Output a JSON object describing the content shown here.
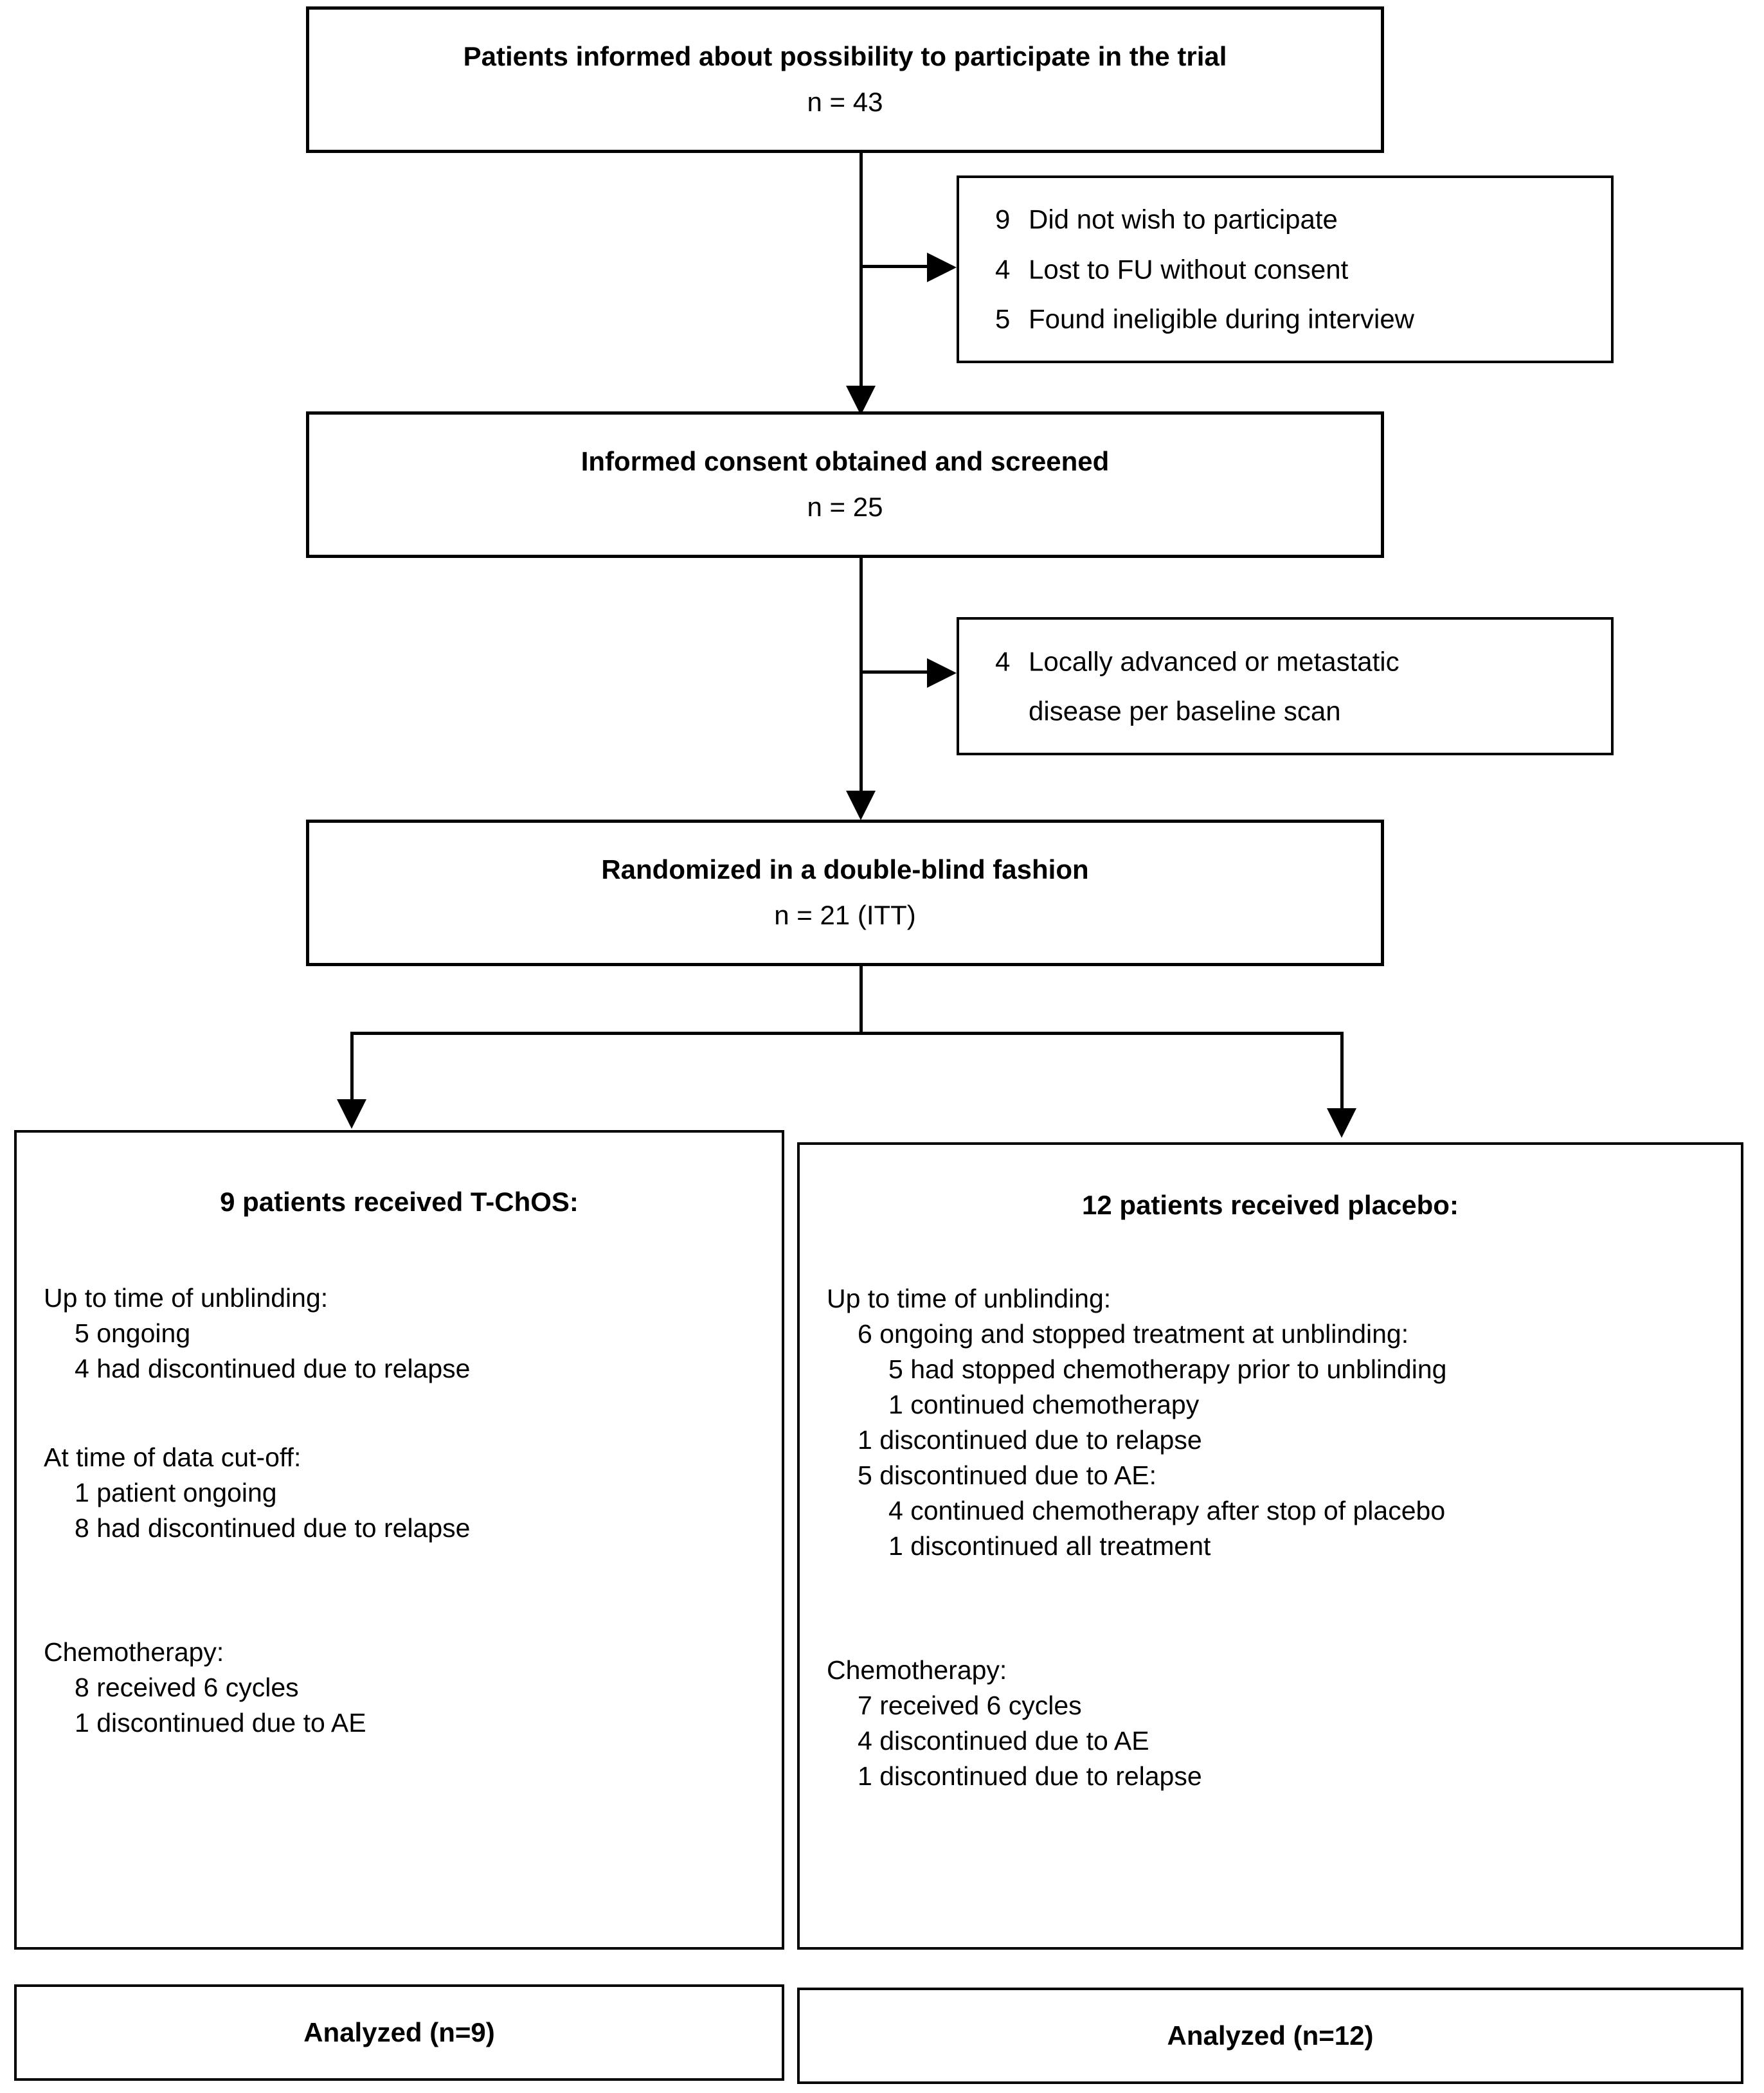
{
  "diagram": {
    "type": "consort-flow-diagram",
    "nodes": {
      "informed": {
        "title": "Patients informed about possibility to participate in the trial",
        "n": "n = 43"
      },
      "consent": {
        "title": "Informed consent obtained and screened",
        "n": "n = 25"
      },
      "randomized": {
        "title": "Randomized in a double-blind fashion",
        "n": "n = 21 (ITT)"
      }
    },
    "exclusions_1": [
      {
        "count": "9",
        "reason": "Did not wish to participate"
      },
      {
        "count": "4",
        "reason": "Lost to FU without consent"
      },
      {
        "count": "5",
        "reason": "Found ineligible during interview"
      }
    ],
    "exclusions_2": {
      "count": "4",
      "reason_line1": "Locally advanced or metastatic",
      "reason_line2": "disease per baseline scan"
    },
    "arms": {
      "treatment": {
        "header": "9 patients received T-ChOS:",
        "sections": [
          {
            "heading": "Up to time of unblinding:",
            "lines": [
              {
                "indent": 1,
                "text": "5 ongoing"
              },
              {
                "indent": 1,
                "text": "4 had discontinued due to relapse"
              }
            ]
          },
          {
            "heading": "At time of data cut-off:",
            "lines": [
              {
                "indent": 1,
                "text": "1 patient ongoing"
              },
              {
                "indent": 1,
                "text": "8 had discontinued due to relapse"
              }
            ]
          },
          {
            "heading": "Chemotherapy:",
            "lines": [
              {
                "indent": 1,
                "text": "8 received 6 cycles"
              },
              {
                "indent": 1,
                "text": "1 discontinued due to AE"
              }
            ]
          }
        ],
        "analyzed": "Analyzed (n=9)"
      },
      "placebo": {
        "header": "12 patients received placebo:",
        "sections": [
          {
            "heading": "Up to time of unblinding:",
            "lines": [
              {
                "indent": 1,
                "text": "6 ongoing and stopped treatment at unblinding:"
              },
              {
                "indent": 2,
                "text": "5 had stopped chemotherapy prior to unblinding"
              },
              {
                "indent": 2,
                "text": "1 continued chemotherapy"
              },
              {
                "indent": 1,
                "text": "1 discontinued due to relapse"
              },
              {
                "indent": 1,
                "text": "5 discontinued due to AE:"
              },
              {
                "indent": 2,
                "text": "4 continued chemotherapy after stop of placebo"
              },
              {
                "indent": 2,
                "text": "1 discontinued all treatment"
              }
            ]
          },
          {
            "heading": "Chemotherapy:",
            "lines": [
              {
                "indent": 1,
                "text": "7 received 6 cycles"
              },
              {
                "indent": 1,
                "text": "4 discontinued due to AE"
              },
              {
                "indent": 1,
                "text": "1 discontinued due to relapse"
              }
            ]
          }
        ],
        "analyzed": "Analyzed  (n=12)"
      }
    },
    "colors": {
      "stroke": "#000000",
      "background": "#ffffff",
      "text": "#000000"
    }
  }
}
